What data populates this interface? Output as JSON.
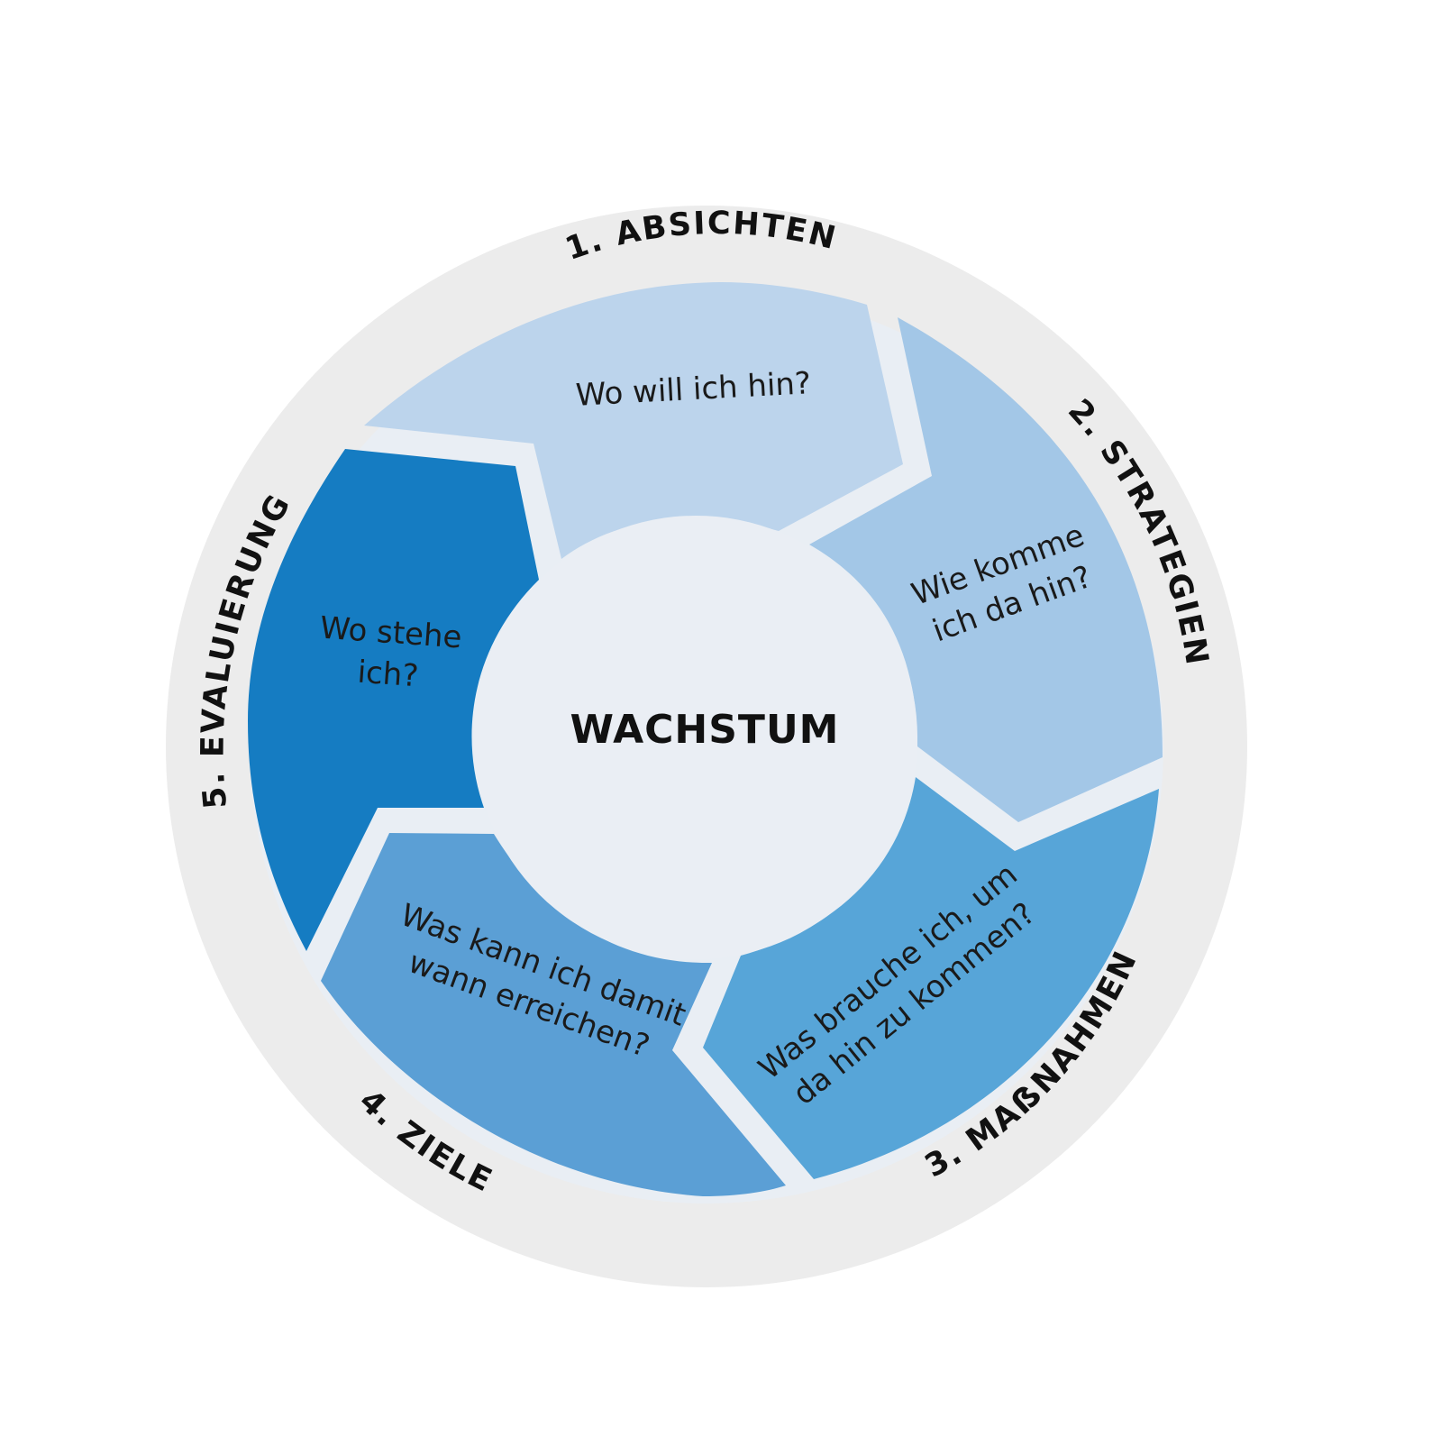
{
  "center": {
    "title": "WACHSTUM"
  },
  "stages": [
    {
      "label": "1. ABSICHTEN",
      "question_lines": [
        "Wo will ich hin?"
      ],
      "color": "#bcd4ec"
    },
    {
      "label": "2. STRATEGIEN",
      "question_lines": [
        "Wie komme",
        "ich da hin?"
      ],
      "color": "#a3c7e7"
    },
    {
      "label": "3. MAẞNAHMEN",
      "question_lines": [
        "Was brauche ich, um",
        "da hin zu kommen?"
      ],
      "color": "#57a5d8"
    },
    {
      "label": "4. ZIELE",
      "question_lines": [
        "Was kann ich damit",
        "wann erreichen?"
      ],
      "color": "#5b9fd5"
    },
    {
      "label": "5. EVALUIERUNG",
      "question_lines": [
        "Wo stehe",
        "ich?"
      ],
      "color": "#157cc2"
    }
  ],
  "colors": {
    "outer_ring": "#ececec",
    "separator": "#e9eef4",
    "center_fill": "#eaeef4"
  }
}
